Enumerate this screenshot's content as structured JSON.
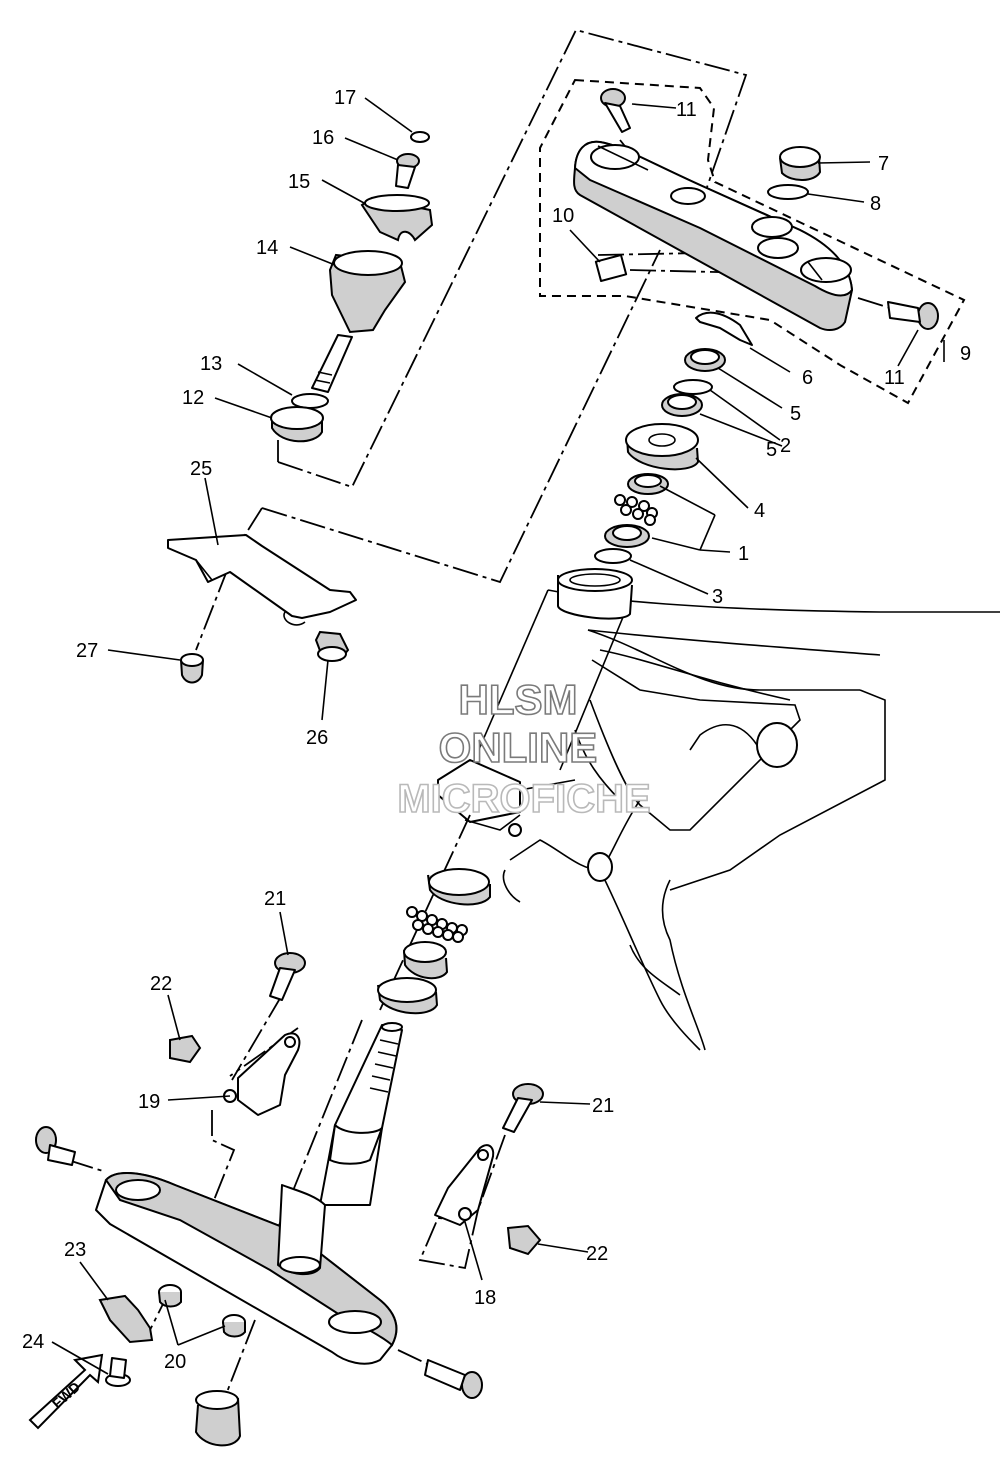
{
  "watermark": {
    "line1": "HLSM",
    "line2": "ONLINE",
    "line3": "MICROFICHE"
  },
  "fwd_label": "FWD",
  "callouts": {
    "p1": "1",
    "p2": "2",
    "p3": "3",
    "p4": "4",
    "p5a": "5",
    "p5b": "5",
    "p6": "6",
    "p7": "7",
    "p8": "8",
    "p9": "9",
    "p10": "10",
    "p11a": "11",
    "p11b": "11",
    "p12": "12",
    "p13": "13",
    "p14": "14",
    "p15": "15",
    "p16": "16",
    "p17": "17",
    "p18": "18",
    "p19": "19",
    "p20": "20",
    "p21a": "21",
    "p21b": "21",
    "p22a": "22",
    "p22b": "22",
    "p23": "23",
    "p24": "24",
    "p25": "25",
    "p26": "26",
    "p27": "27"
  }
}
